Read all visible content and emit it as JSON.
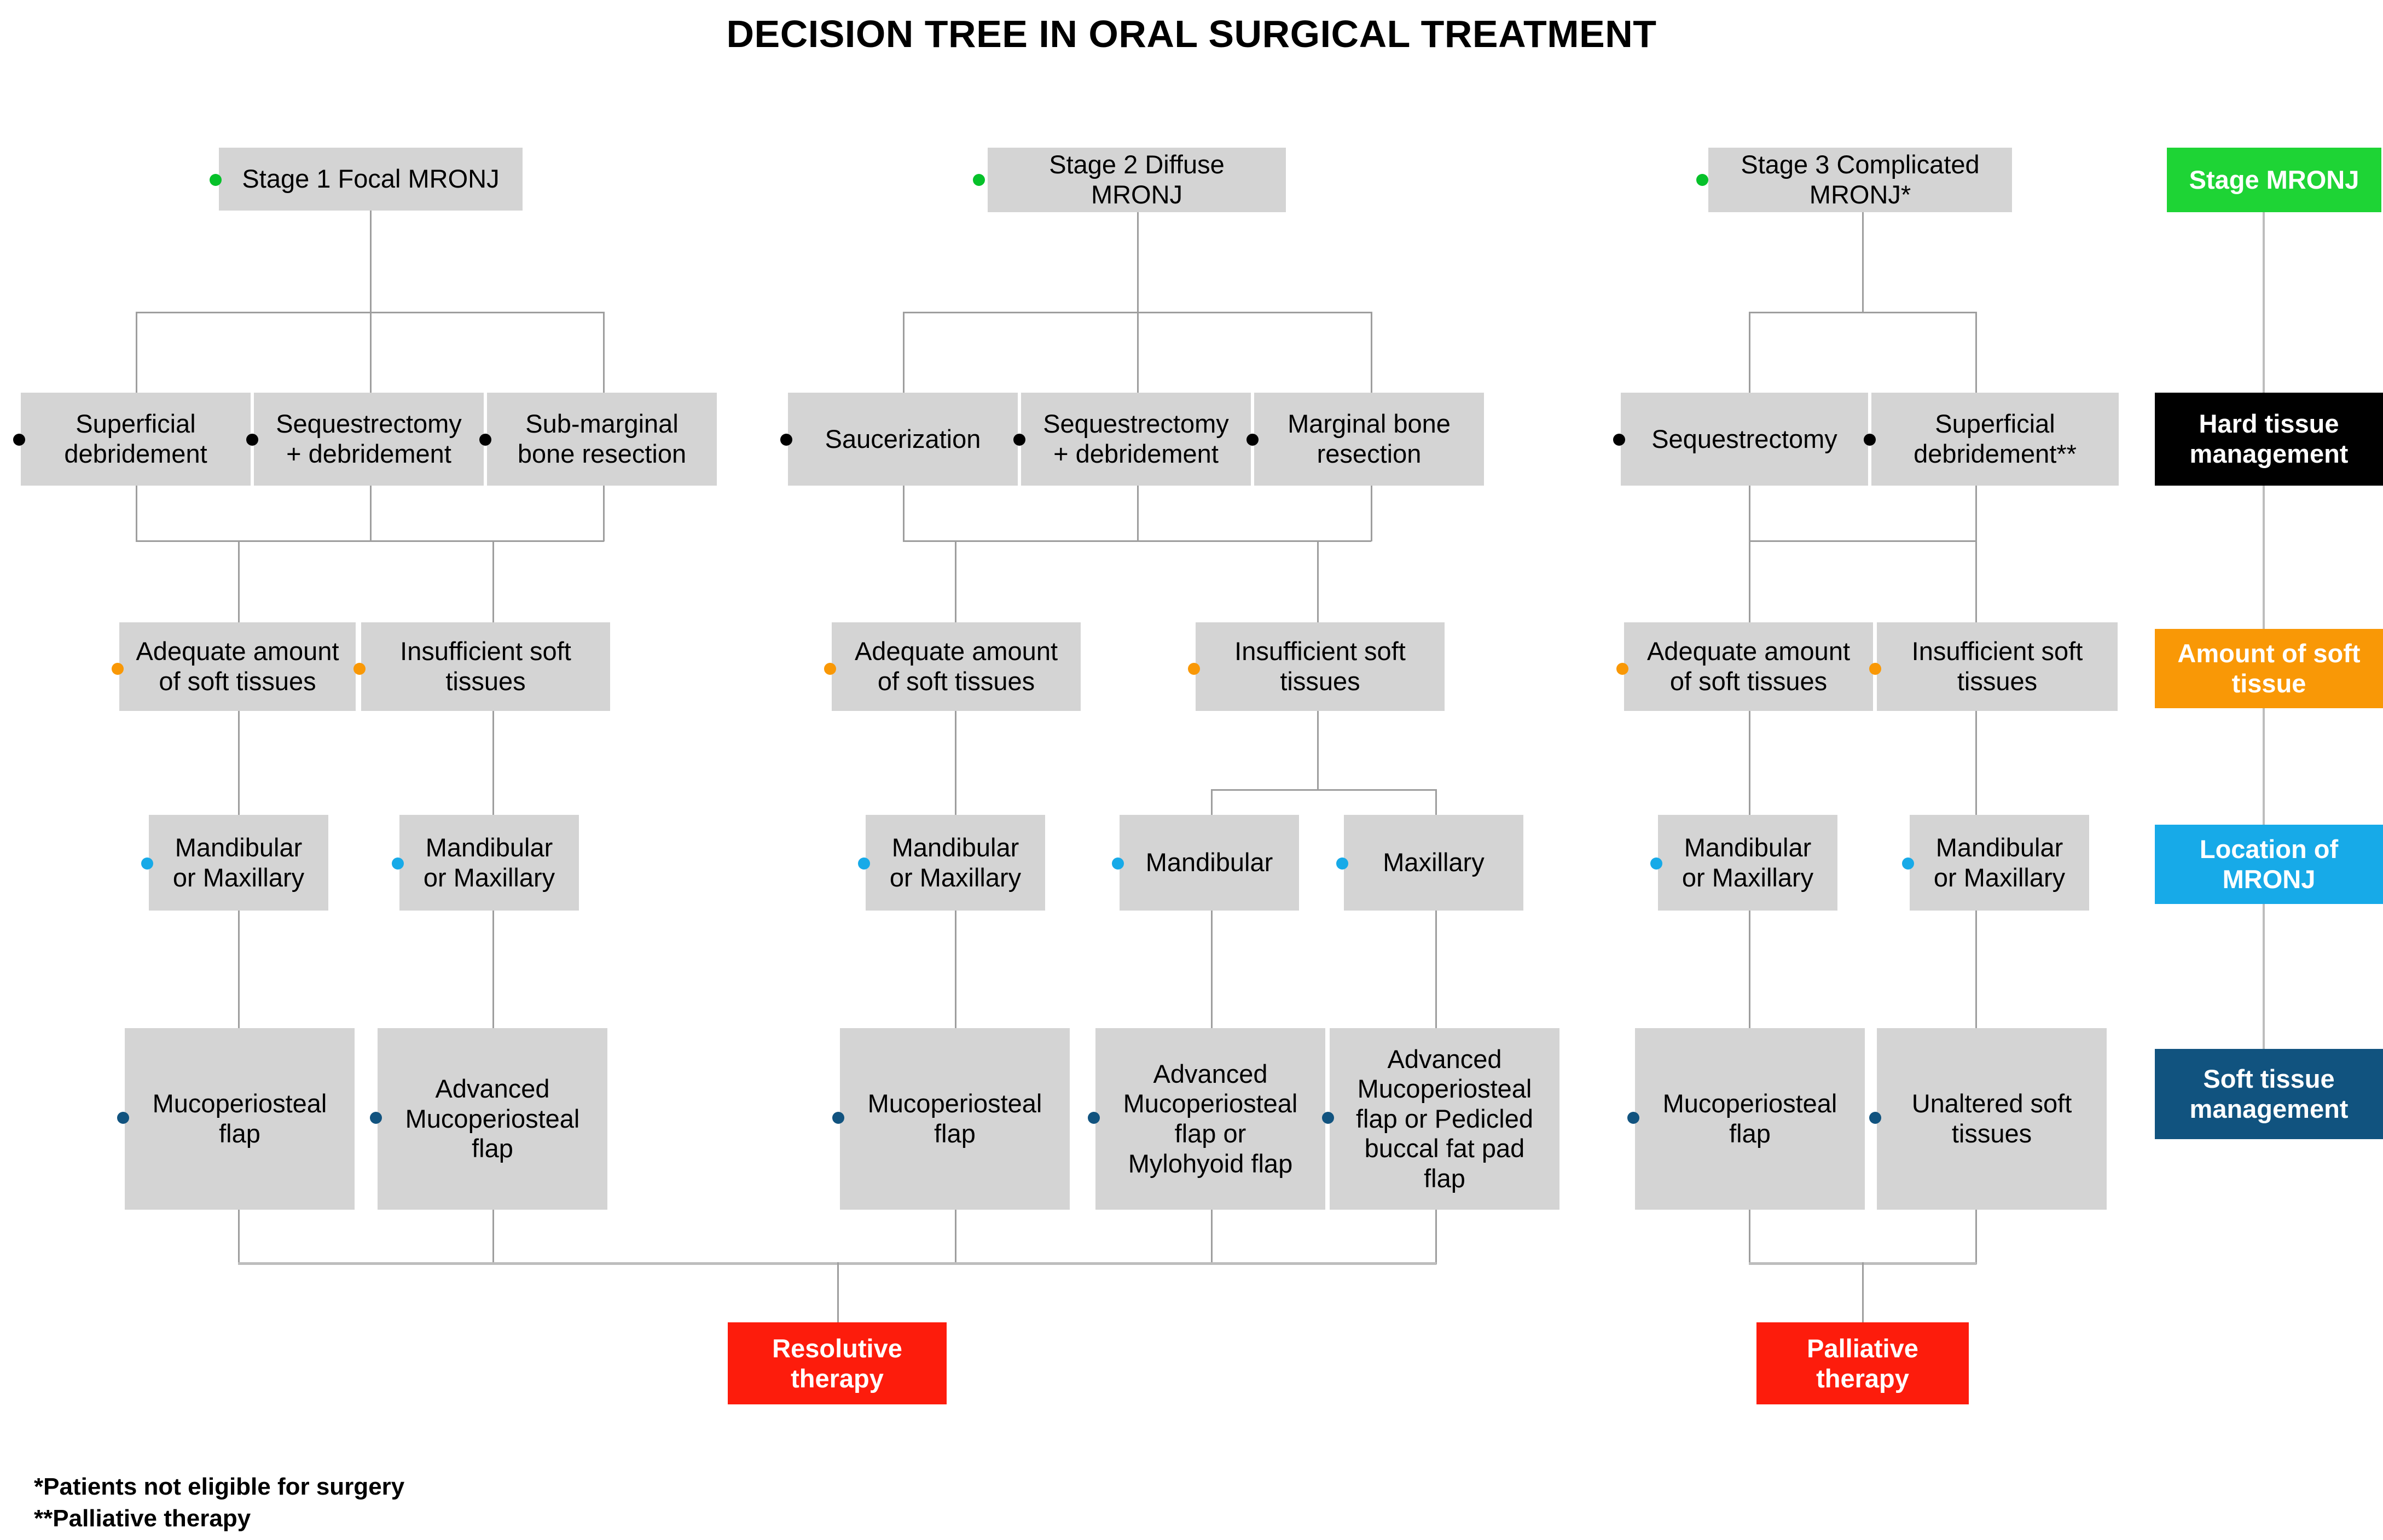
{
  "title": "DECISION TREE IN ORAL SURGICAL TREATMENT",
  "legend": {
    "stage": {
      "label": "Stage MRONJ",
      "color": "#1ed435"
    },
    "hard_tissue": {
      "label": "Hard tissue\nmanagement",
      "color": "#000000"
    },
    "amount_soft_tissue": {
      "label": "Amount of soft\ntissue",
      "color": "#f99806"
    },
    "location": {
      "label": "Location of\nMRONJ",
      "color": "#17aae8"
    },
    "soft_tissue": {
      "label": "Soft tissue\nmanagement",
      "color": "#11537f"
    }
  },
  "bullet_colors": {
    "stage": "#06c12a",
    "hard_tissue": "#000000",
    "amount_soft_tissue": "#f99806",
    "location": "#17aae8",
    "soft_tissue": "#11537f"
  },
  "columns": [
    {
      "stage": "Stage 1 Focal MRONJ",
      "hard_tissue": [
        "Superficial\ndebridement",
        "Sequestrectomy\n+ debridement",
        "Sub-marginal\nbone resection"
      ],
      "amount_soft_tissue": [
        "Adequate amount\nof soft tissues",
        "Insufficient soft\ntissues"
      ],
      "location": [
        "Mandibular\nor Maxillary",
        "Mandibular\nor Maxillary"
      ],
      "soft_tissue": [
        "Mucoperiosteal\nflap",
        "Advanced\nMucoperiosteal\nflap"
      ]
    },
    {
      "stage": "Stage 2 Diffuse\nMRONJ",
      "hard_tissue": [
        "Saucerization",
        "Sequestrectomy\n+ debridement",
        "Marginal bone\nresection"
      ],
      "amount_soft_tissue": [
        "Adequate amount\nof soft tissues",
        "Insufficient soft\ntissues"
      ],
      "location": [
        "Mandibular\nor Maxillary",
        "Mandibular",
        "Maxillary"
      ],
      "soft_tissue": [
        "Mucoperiosteal\nflap",
        "Advanced\nMucoperiosteal\nflap or\nMylohyoid flap",
        "Advanced\nMucoperiosteal\nflap or Pedicled\nbuccal fat pad\nflap"
      ]
    },
    {
      "stage": "Stage 3 Complicated\nMRONJ*",
      "hard_tissue": [
        "Sequestrectomy",
        "Superficial\ndebridement**"
      ],
      "amount_soft_tissue": [
        "Adequate amount\nof soft tissues",
        "Insufficient soft\ntissues"
      ],
      "location": [
        "Mandibular\nor Maxillary",
        "Mandibular\nor Maxillary"
      ],
      "soft_tissue": [
        "Mucoperiosteal\nflap",
        "Unaltered soft\ntissues"
      ]
    }
  ],
  "outcomes": [
    {
      "label": "Resolutive\ntherapy",
      "color": "#fd1c0c"
    },
    {
      "label": "Palliative\ntherapy",
      "color": "#fd1c0c"
    }
  ],
  "footnotes": "*Patients not eligible for surgery\n**Palliative therapy"
}
